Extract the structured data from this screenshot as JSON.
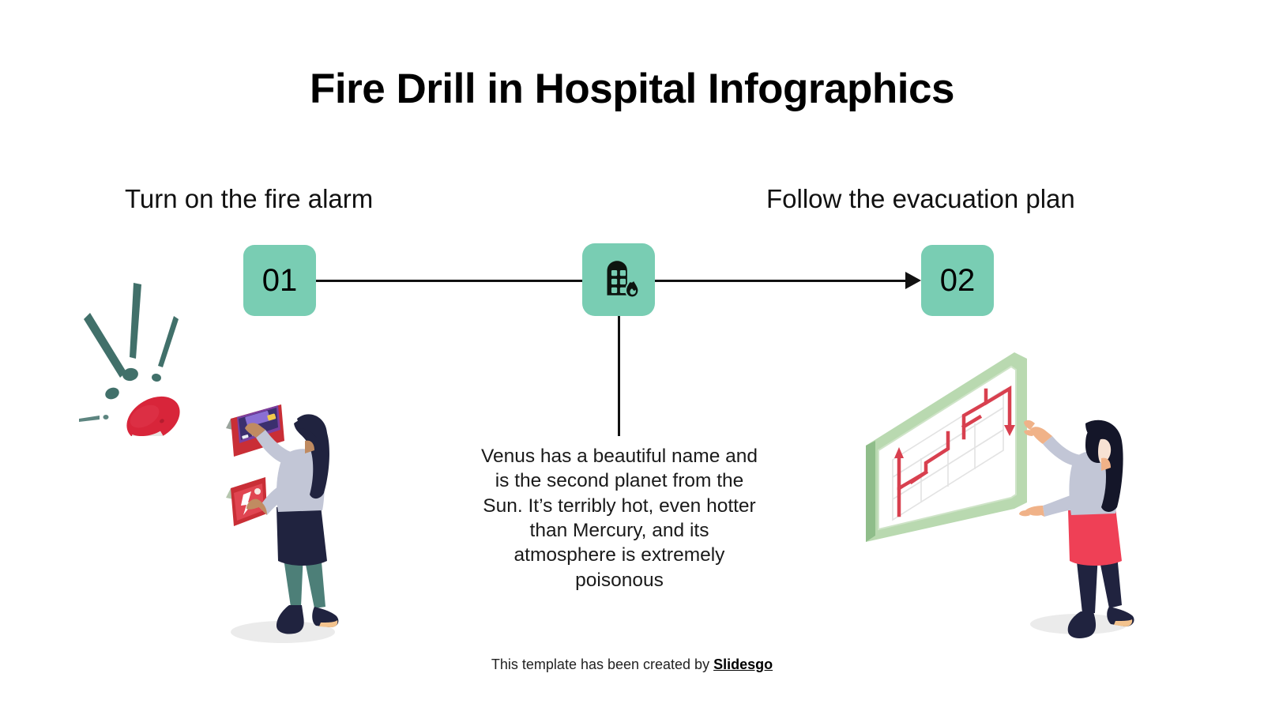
{
  "slide": {
    "title": "Fire Drill in Hospital Infographics",
    "background_color": "#ffffff"
  },
  "theme": {
    "accent_mint": "#79cdb3",
    "accent_red": "#d8253a",
    "line_color": "#111111",
    "text_color": "#000000",
    "board_green": "#b9d9b0",
    "skirt_red": "#ef4056",
    "shirt_lavender": "#c2c6d6",
    "hair_navy": "#1b1d36"
  },
  "steps": [
    {
      "number": "01",
      "heading": "Turn on the fire alarm",
      "icon": "number-badge"
    },
    {
      "number": "02",
      "heading": "Follow the evacuation plan",
      "icon": "number-badge"
    }
  ],
  "center_node": {
    "icon": "hospital-building-on-fire-icon",
    "body_text": "Venus has a beautiful name and is the second planet from the Sun. It’s terribly hot, even hotter than Mercury, and its atmosphere is extremely poisonous"
  },
  "illustrations": [
    {
      "name": "alarm-burst",
      "description": "Three teal exclamation marks above a red alarm bell"
    },
    {
      "name": "woman-activating-fire-alarm",
      "description": "Woman pressing a red fire alarm call point and control panel"
    },
    {
      "name": "evacuation-plan-board",
      "description": "Isometric green framed board showing red evacuation route arrows"
    },
    {
      "name": "woman-reading-evacuation-plan",
      "description": "Woman in red skirt gesturing toward the evacuation plan board"
    }
  ],
  "footer": {
    "text_prefix": "This template has been created by ",
    "brand": "Slidesgo"
  }
}
